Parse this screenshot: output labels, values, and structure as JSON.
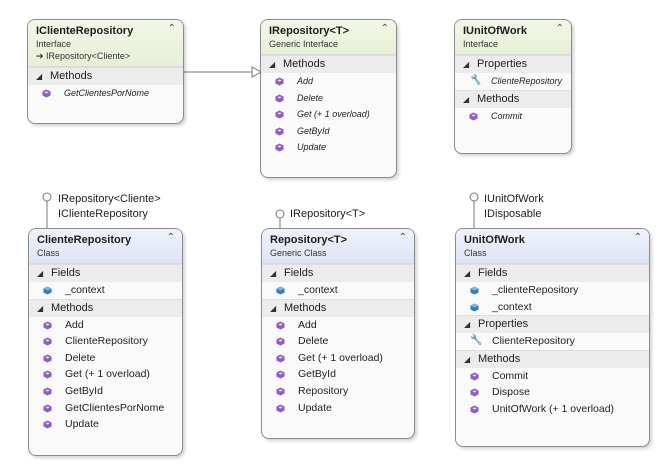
{
  "boxes": {
    "icr": {
      "name": "IClienteRepository",
      "kind": "Interface",
      "implements": "IRepository<Cliente>",
      "sections": [
        {
          "label": "Methods",
          "items": [
            "GetClientesPorNome"
          ]
        }
      ]
    },
    "ir": {
      "name": "IRepository<T>",
      "kind": "Generic Interface",
      "sections": [
        {
          "label": "Methods",
          "items": [
            "Add",
            "Delete",
            "Get (+ 1 overload)",
            "GetById",
            "Update"
          ]
        }
      ]
    },
    "iuow": {
      "name": "IUnitOfWork",
      "kind": "Interface",
      "sections": [
        {
          "label": "Properties",
          "items": [
            "ClienteRepository"
          ]
        },
        {
          "label": "Methods",
          "items": [
            "Commit"
          ]
        }
      ]
    },
    "cr": {
      "name": "ClienteRepository",
      "kind": "Class",
      "sections": [
        {
          "label": "Fields",
          "items": [
            "_context"
          ]
        },
        {
          "label": "Methods",
          "items": [
            "Add",
            "ClienteRepository",
            "Delete",
            "Get (+ 1 overload)",
            "GetById",
            "GetClientesPorNome",
            "Update"
          ]
        }
      ]
    },
    "r": {
      "name": "Repository<T>",
      "kind": "Generic Class",
      "sections": [
        {
          "label": "Fields",
          "items": [
            "_context"
          ]
        },
        {
          "label": "Methods",
          "items": [
            "Add",
            "Delete",
            "Get (+ 1 overload)",
            "GetById",
            "Repository",
            "Update"
          ]
        }
      ]
    },
    "uow": {
      "name": "UnitOfWork",
      "kind": "Class",
      "sections": [
        {
          "label": "Fields",
          "items": [
            "_clienteRepository",
            "_context"
          ]
        },
        {
          "label": "Properties",
          "items": [
            "ClienteRepository"
          ]
        },
        {
          "label": "Methods",
          "items": [
            "Commit",
            "Dispose",
            "UnitOfWork (+ 1 overload)"
          ]
        }
      ]
    }
  },
  "lollipops": {
    "cr": [
      "IRepository<Cliente>",
      "IClienteRepository"
    ],
    "r": [
      "IRepository<T>"
    ],
    "uow": [
      "IUnitOfWork",
      "IDisposable"
    ]
  },
  "icons": {
    "collapse": "⌃",
    "expanded": "◢",
    "property": "wrench-icon",
    "method": "method-cube-icon",
    "field": "field-cube-icon"
  },
  "colors": {
    "interface_header": "#e6f0d6",
    "class_header": "#dde5f6",
    "method_icon": "#8e5ec4",
    "field_icon": "#2f7fc0"
  }
}
